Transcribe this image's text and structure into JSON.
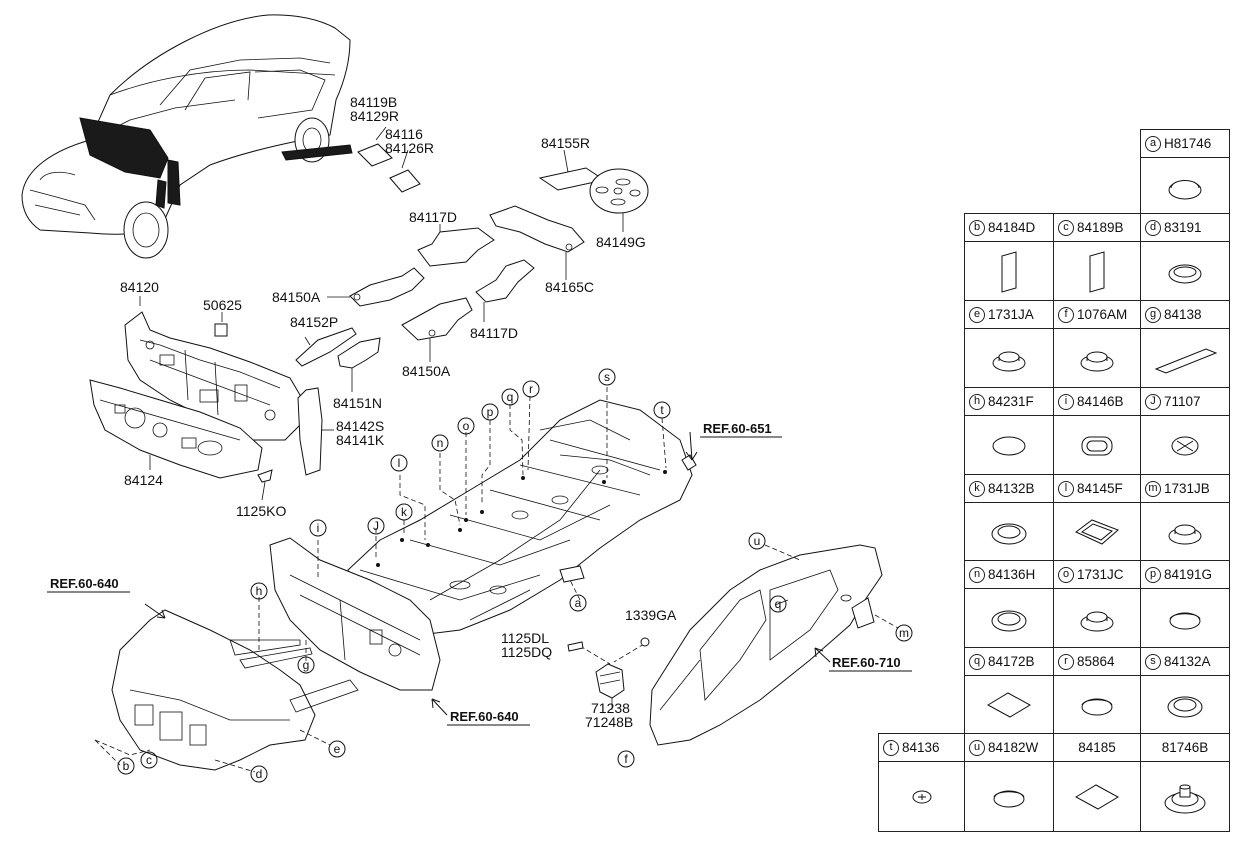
{
  "diagram": {
    "part_labels": [
      {
        "id": "84119B",
        "text": "84119B"
      },
      {
        "id": "84129R",
        "text": "84129R"
      },
      {
        "id": "84116",
        "text": "84116"
      },
      {
        "id": "84126R",
        "text": "84126R"
      },
      {
        "id": "84155R",
        "text": "84155R"
      },
      {
        "id": "84149G",
        "text": "84149G"
      },
      {
        "id": "84117D_top",
        "text": "84117D"
      },
      {
        "id": "84165C",
        "text": "84165C"
      },
      {
        "id": "84150A_left",
        "text": "84150A"
      },
      {
        "id": "84117D_bot",
        "text": "84117D"
      },
      {
        "id": "84150A_bot",
        "text": "84150A"
      },
      {
        "id": "84120",
        "text": "84120"
      },
      {
        "id": "50625",
        "text": "50625"
      },
      {
        "id": "84152P",
        "text": "84152P"
      },
      {
        "id": "84151N",
        "text": "84151N"
      },
      {
        "id": "84142S",
        "text": "84142S"
      },
      {
        "id": "84141K",
        "text": "84141K"
      },
      {
        "id": "84124",
        "text": "84124"
      },
      {
        "id": "1125KO",
        "text": "1125KO"
      },
      {
        "id": "1125DL",
        "text": "1125DL"
      },
      {
        "id": "1125DQ",
        "text": "1125DQ"
      },
      {
        "id": "1339GA",
        "text": "1339GA"
      },
      {
        "id": "71238",
        "text": "71238"
      },
      {
        "id": "71248B",
        "text": "71248B"
      }
    ],
    "refs": [
      {
        "id": "ref651",
        "text": "REF.60-651"
      },
      {
        "id": "ref640_left",
        "text": "REF.60-640"
      },
      {
        "id": "ref640_mid",
        "text": "REF.60-640"
      },
      {
        "id": "ref710",
        "text": "REF.60-710"
      }
    ],
    "callouts": [
      "a",
      "b",
      "c",
      "d",
      "e",
      "f",
      "g",
      "h",
      "i",
      "J",
      "k",
      "l",
      "m",
      "n",
      "o",
      "p",
      "q",
      "r",
      "s",
      "t",
      "u"
    ]
  },
  "legend": {
    "cells": [
      {
        "tag": "a",
        "code": "H81746",
        "icon": "plug-oval-icon"
      },
      {
        "tag": "b",
        "code": "84184D",
        "icon": "pad-tall-icon"
      },
      {
        "tag": "c",
        "code": "84189B",
        "icon": "pad-tall-icon"
      },
      {
        "tag": "d",
        "code": "83191",
        "icon": "plug-round-icon"
      },
      {
        "tag": "e",
        "code": "1731JA",
        "icon": "plug-stepped-icon"
      },
      {
        "tag": "f",
        "code": "1076AM",
        "icon": "plug-stepped-icon"
      },
      {
        "tag": "g",
        "code": "84138",
        "icon": "pad-flat-icon"
      },
      {
        "tag": "h",
        "code": "84231F",
        "icon": "pad-ellipse-icon"
      },
      {
        "tag": "i",
        "code": "84146B",
        "icon": "plug-rect-icon"
      },
      {
        "tag": "J",
        "code": "71107",
        "icon": "plug-cross-icon"
      },
      {
        "tag": "k",
        "code": "84132B",
        "icon": "plug-ring-icon"
      },
      {
        "tag": "l",
        "code": "84145F",
        "icon": "plug-square-icon"
      },
      {
        "tag": "m",
        "code": "1731JB",
        "icon": "plug-stepped-icon"
      },
      {
        "tag": "n",
        "code": "84136H",
        "icon": "plug-ring-icon"
      },
      {
        "tag": "o",
        "code": "1731JC",
        "icon": "plug-stepped-icon"
      },
      {
        "tag": "p",
        "code": "84191G",
        "icon": "plug-disc-icon"
      },
      {
        "tag": "q",
        "code": "84172B",
        "icon": "pad-diamond-icon"
      },
      {
        "tag": "r",
        "code": "85864",
        "icon": "plug-disc-icon"
      },
      {
        "tag": "s",
        "code": "84132A",
        "icon": "plug-ring-icon"
      },
      {
        "tag": "t",
        "code": "84136",
        "icon": "plug-small-cross-icon"
      },
      {
        "tag": "u",
        "code": "84182W",
        "icon": "plug-disc-icon"
      },
      {
        "tag": "",
        "code": "84185",
        "icon": "pad-diamond-icon"
      },
      {
        "tag": "",
        "code": "81746B",
        "icon": "plug-grommet-icon"
      }
    ]
  }
}
